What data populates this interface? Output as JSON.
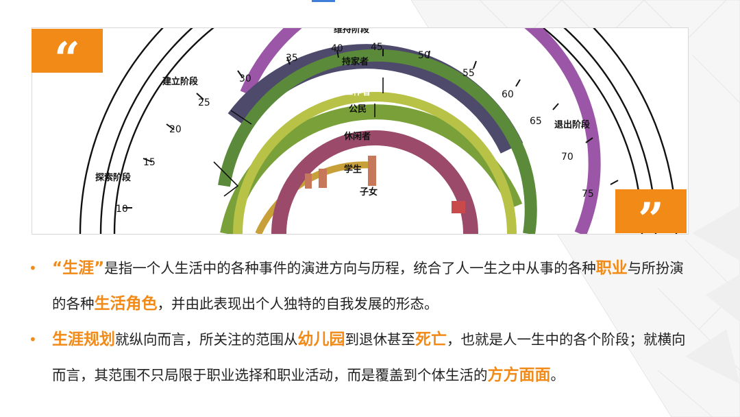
{
  "figure": {
    "stage_labels": {
      "maintenance": "维持阶段",
      "establishment": "建立阶段",
      "exploration": "探索阶段",
      "decline": "退出阶段"
    },
    "ages": [
      "10",
      "15",
      "20",
      "25",
      "30",
      "35",
      "40",
      "45",
      "50",
      "55",
      "60",
      "65",
      "70",
      "75"
    ],
    "role_labels": [
      "持家者",
      "工作者",
      "公民",
      "休闲者",
      "学生",
      "子女"
    ],
    "role_colors": [
      "#9b56a8",
      "#4d4a6b",
      "#5a8a3a",
      "#6a9a3a",
      "#c87a5a",
      "#9c4a6a"
    ]
  },
  "quotes": {
    "open": "“",
    "close": "”"
  },
  "bullets": [
    {
      "segments": [
        {
          "text": "“生涯”",
          "hl": true
        },
        {
          "text": "是指一个人生活中的各种事件的演进方向与历程，统合了人一生之中从事的各种",
          "hl": false
        },
        {
          "text": "职业",
          "hl": true
        },
        {
          "text": "与所扮演的各种",
          "hl": false
        },
        {
          "text": "生活角色",
          "hl": true
        },
        {
          "text": "，并由此表现出个人独特的自我发展的形态。",
          "hl": false
        }
      ]
    },
    {
      "segments": [
        {
          "text": "生涯规划",
          "hl": true
        },
        {
          "text": "就纵向而言，所关注的范围从",
          "hl": false
        },
        {
          "text": "幼儿园",
          "hl": true
        },
        {
          "text": "到退休甚至",
          "hl": false
        },
        {
          "text": "死亡",
          "hl": true
        },
        {
          "text": "，也就是人一生中的各个阶段；就横向而言，其范围不只局限于职业选择和职业活动，而是覆盖到个体生活的",
          "hl": false
        },
        {
          "text": "方方面面",
          "hl": true
        },
        {
          "text": "。",
          "hl": false
        }
      ]
    }
  ],
  "colors": {
    "accent": "#f28a18",
    "text": "#222222"
  }
}
